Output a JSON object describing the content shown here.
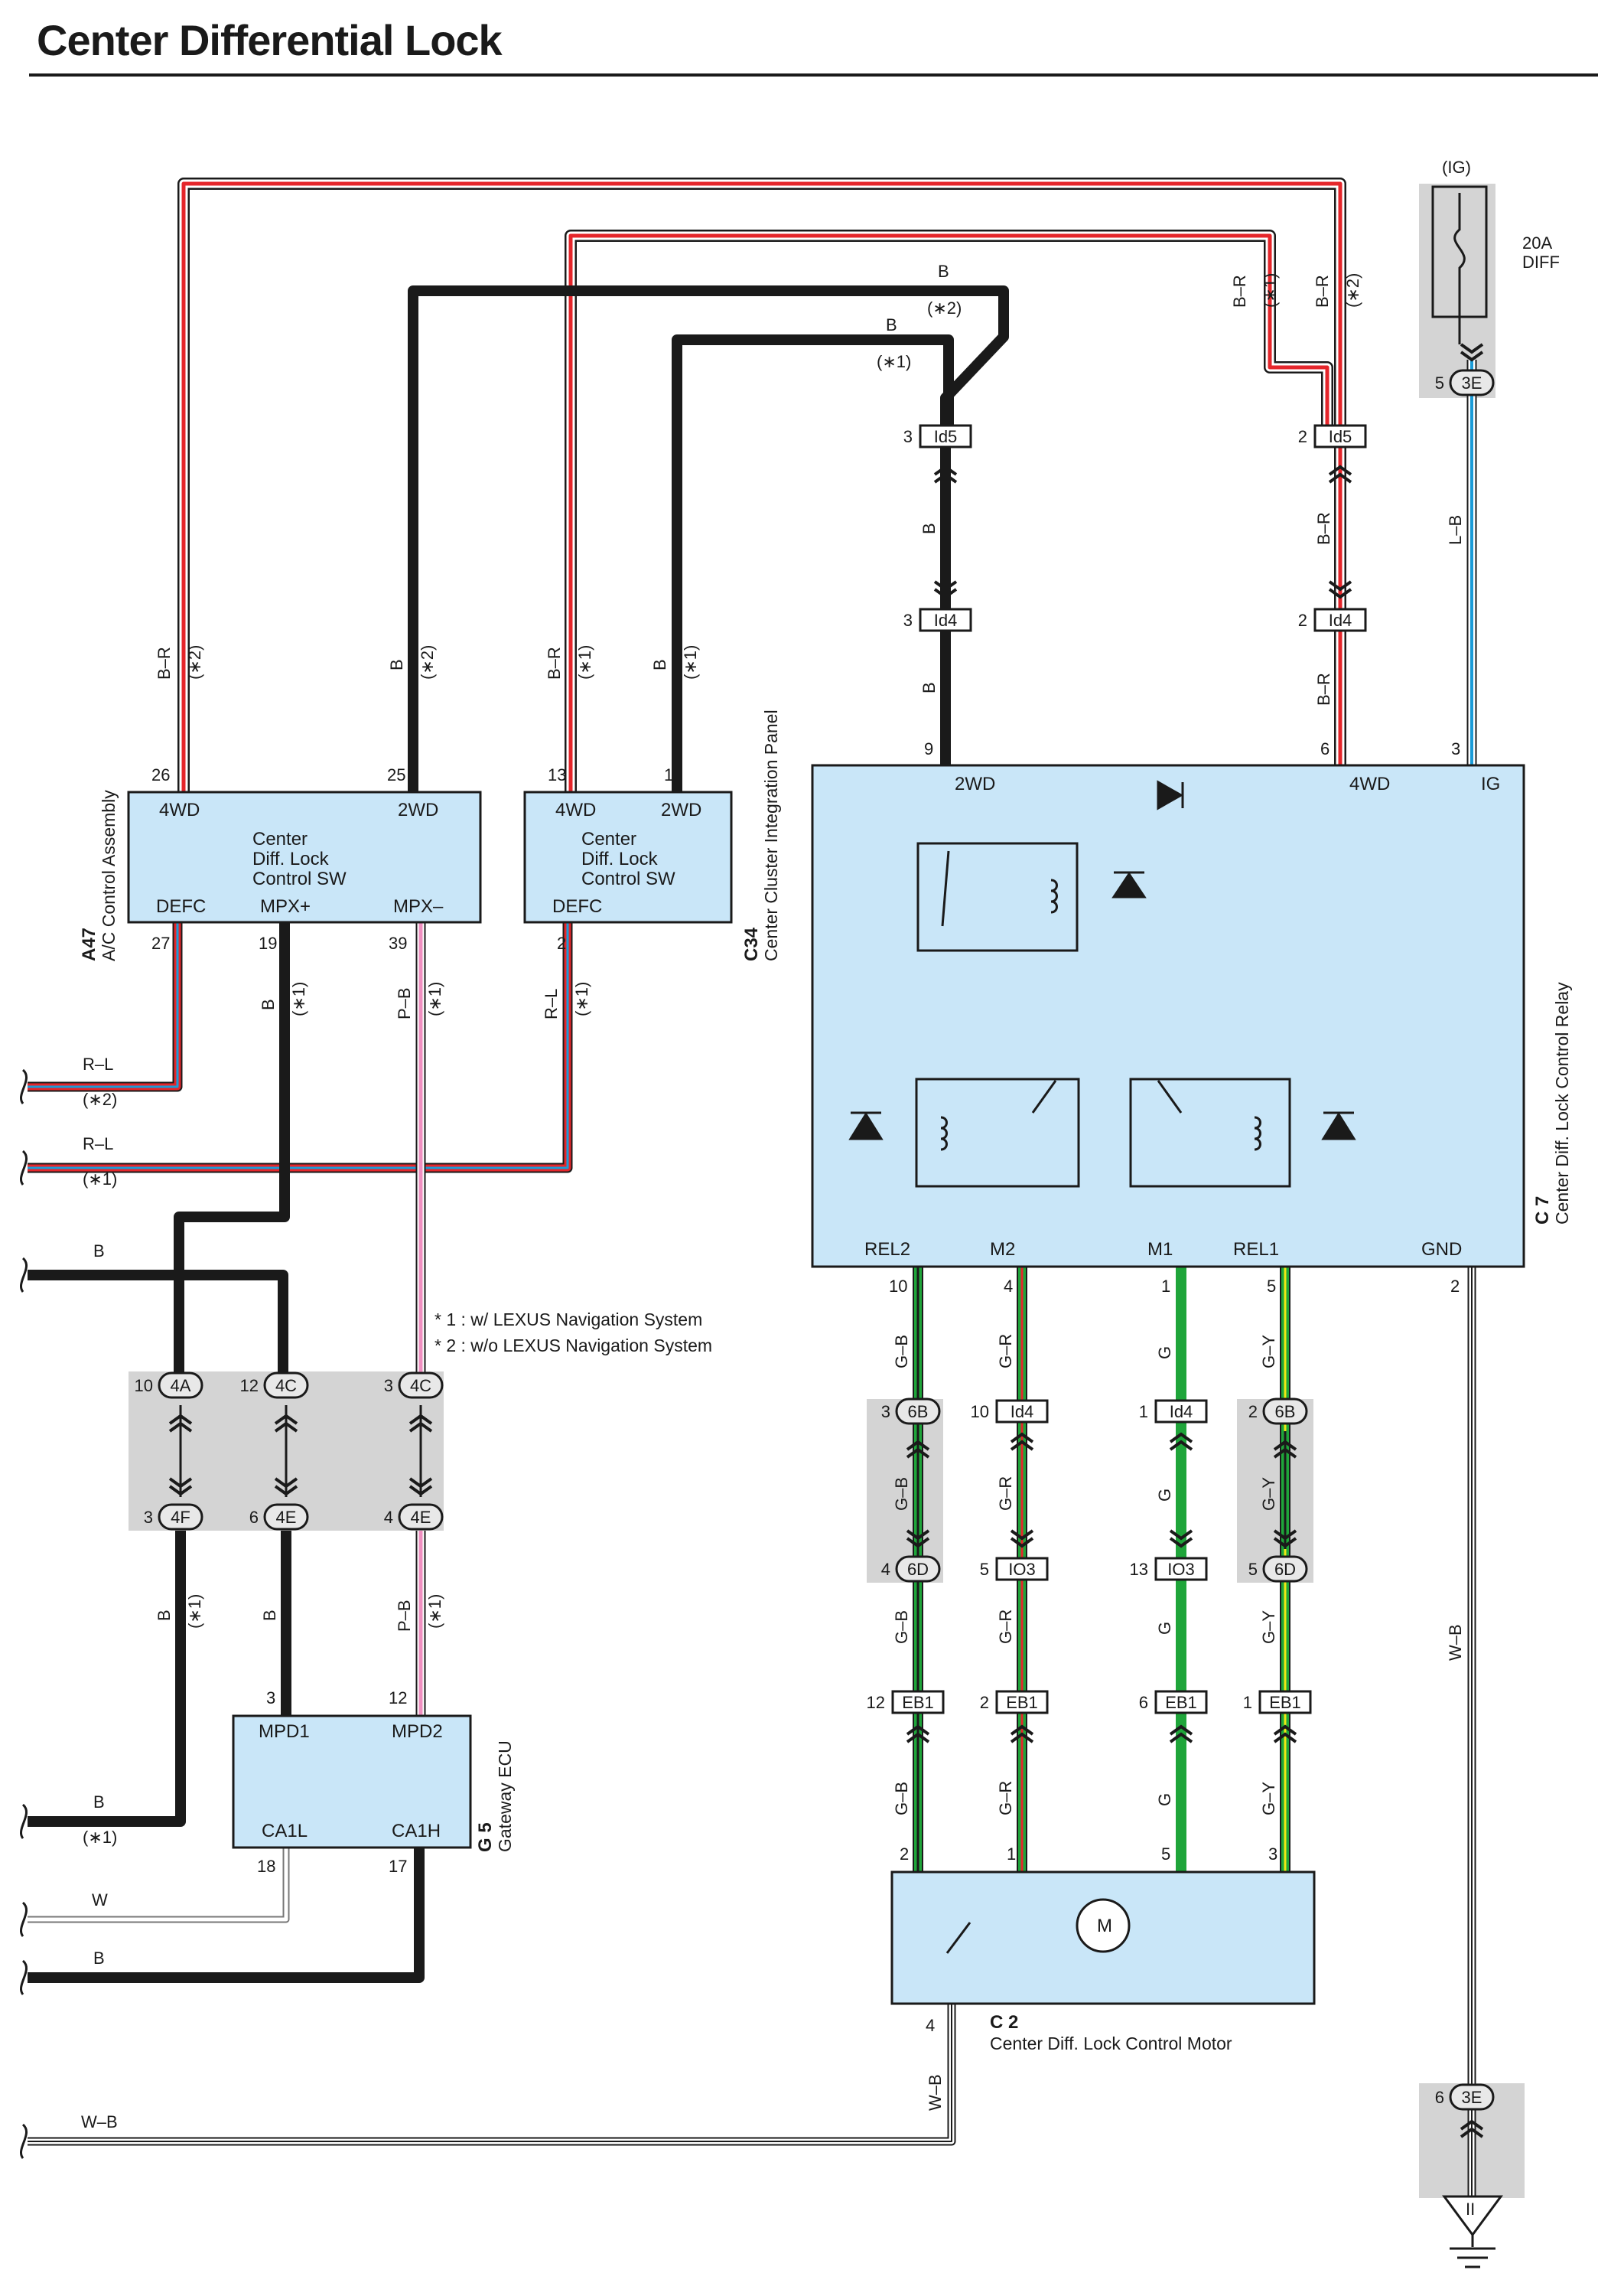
{
  "title": "Center Differential Lock",
  "notes": [
    "* 1 : w/ LEXUS Navigation System",
    "* 2 : w/o LEXUS Navigation System"
  ],
  "fuse": {
    "source": "(IG)",
    "rating": "20A",
    "name": "DIFF"
  },
  "components": {
    "a47": {
      "id": "A47",
      "name": "A/C Control Assembly",
      "body": [
        "Center",
        "Diff.  Lock",
        "Control SW"
      ],
      "terminals": {
        "4wd": "4WD",
        "2wd": "2WD",
        "defc": "DEFC",
        "mpxp": "MPX+",
        "mpxm": "MPX–"
      },
      "pins": {
        "p26": "26",
        "p25": "25",
        "p27": "27",
        "p19": "19",
        "p39": "39"
      }
    },
    "c34": {
      "id": "C34",
      "name": "Center Cluster Integration Panel",
      "body": [
        "Center",
        "Diff.  Lock",
        "Control SW"
      ],
      "terminals": {
        "4wd": "4WD",
        "2wd": "2WD",
        "defc": "DEFC"
      },
      "pins": {
        "p13": "13",
        "p1": "1",
        "p2": "2"
      }
    },
    "c7": {
      "id": "C 7",
      "name": "Center Diff.  Lock Control Relay",
      "terminals": {
        "2wd": "2WD",
        "4wd": "4WD",
        "ig": "IG",
        "rel2": "REL2",
        "m2": "M2",
        "m1": "M1",
        "rel1": "REL1",
        "gnd": "GND"
      },
      "pins": {
        "p9": "9",
        "p6": "6",
        "p3": "3",
        "p10": "10",
        "p4": "4",
        "p1": "1",
        "p5": "5",
        "p2": "2"
      }
    },
    "g5": {
      "id": "G 5",
      "name": "Gateway ECU",
      "terminals": {
        "mpd1": "MPD1",
        "mpd2": "MPD2",
        "ca1l": "CA1L",
        "ca1h": "CA1H"
      },
      "pins": {
        "p3": "3",
        "p12": "12",
        "p18": "18",
        "p17": "17"
      }
    },
    "c2": {
      "id": "C 2",
      "name": "Center Diff.  Lock Control Motor",
      "motor": "M",
      "pins": {
        "p2": "2",
        "p1": "1",
        "p5": "5",
        "p3": "3",
        "p4": "4"
      }
    }
  },
  "connectors": {
    "id5a": {
      "pin": "3",
      "name": "Id5"
    },
    "id5b": {
      "pin": "2",
      "name": "Id5"
    },
    "id4a": {
      "pin": "3",
      "name": "Id4"
    },
    "id4b": {
      "pin": "2",
      "name": "Id4"
    },
    "e3a": {
      "pin": "5",
      "name": "3E"
    },
    "e3b": {
      "pin": "6",
      "name": "3E"
    },
    "a4": {
      "pin": "10",
      "name": "4A"
    },
    "c4a": {
      "pin": "12",
      "name": "4C"
    },
    "c4b": {
      "pin": "3",
      "name": "4C"
    },
    "f4": {
      "pin": "3",
      "name": "4F"
    },
    "e4a": {
      "pin": "6",
      "name": "4E"
    },
    "e4b": {
      "pin": "4",
      "name": "4E"
    },
    "b6a": {
      "pin": "3",
      "name": "6B"
    },
    "b6b": {
      "pin": "2",
      "name": "6B"
    },
    "d6a": {
      "pin": "4",
      "name": "6D"
    },
    "d6b": {
      "pin": "5",
      "name": "6D"
    },
    "id4c": {
      "pin": "10",
      "name": "Id4"
    },
    "id4d": {
      "pin": "1",
      "name": "Id4"
    },
    "io3a": {
      "pin": "5",
      "name": "IO3"
    },
    "io3b": {
      "pin": "13",
      "name": "IO3"
    },
    "eb1a": {
      "pin": "12",
      "name": "EB1"
    },
    "eb1b": {
      "pin": "2",
      "name": "EB1"
    },
    "eb1c": {
      "pin": "6",
      "name": "EB1"
    },
    "eb1d": {
      "pin": "1",
      "name": "EB1"
    }
  },
  "ground": "II",
  "wire_labels": {
    "br": "B–R",
    "b": "B",
    "lb": "L–B",
    "rl": "R–L",
    "pb": "P–B",
    "gb": "G–B",
    "gr": "G–R",
    "g": "G",
    "gy": "G–Y",
    "wb": "W–B",
    "w": "W",
    "s1": "(∗1)",
    "s2": "(∗2)"
  },
  "colors": {
    "black": "#1a1a1a",
    "red": "#e5262b",
    "blue": "#1a9bd7",
    "pink": "#ef8fc0",
    "green": "#1fa53a",
    "yellow": "#f1e614",
    "component_fill": "#c9e6f8",
    "panel_gray": "#d4d4d4"
  }
}
